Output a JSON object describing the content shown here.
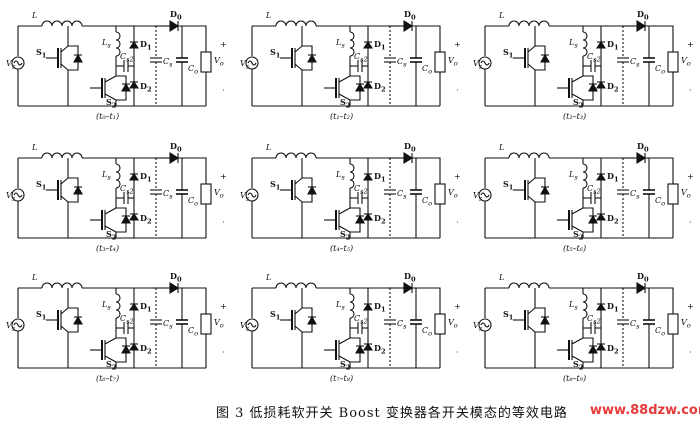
{
  "caption": "图 3   低损耗软开关 Boost 变换器各开关模态的等效电路",
  "watermark": "www.88dzw.com",
  "labels": {
    "L": "L",
    "Vs": "V",
    "Vs_sub": "s",
    "S1": "S",
    "S1_sub": "1",
    "S2": "S",
    "S2_sub": "2",
    "Ls": "L",
    "Ls_sub": "s",
    "Cs2": "C",
    "Cs2_sub": "s2",
    "D0": "D",
    "D0_sub": "0",
    "D1": "D",
    "D1_sub": "1",
    "D2": "D",
    "D2_sub": "2",
    "Cs": "C",
    "Cs_sub": "s",
    "Co": "C",
    "Co_sub": "o",
    "Vo": "V",
    "Vo_sub": "o",
    "plus": "+",
    "dot": "·"
  },
  "panels": [
    {
      "interval": "(t₀–t₁)"
    },
    {
      "interval": "(t₁–t₂)"
    },
    {
      "interval": "(t₂–t₃)"
    },
    {
      "interval": "(t₃–t₄)"
    },
    {
      "interval": "(t₄–t₅)"
    },
    {
      "interval": "(t₅–t₆)"
    },
    {
      "interval": "(t₆–t₇)"
    },
    {
      "interval": "(t₇–t₈)"
    },
    {
      "interval": "(t₈–t₉)"
    }
  ]
}
